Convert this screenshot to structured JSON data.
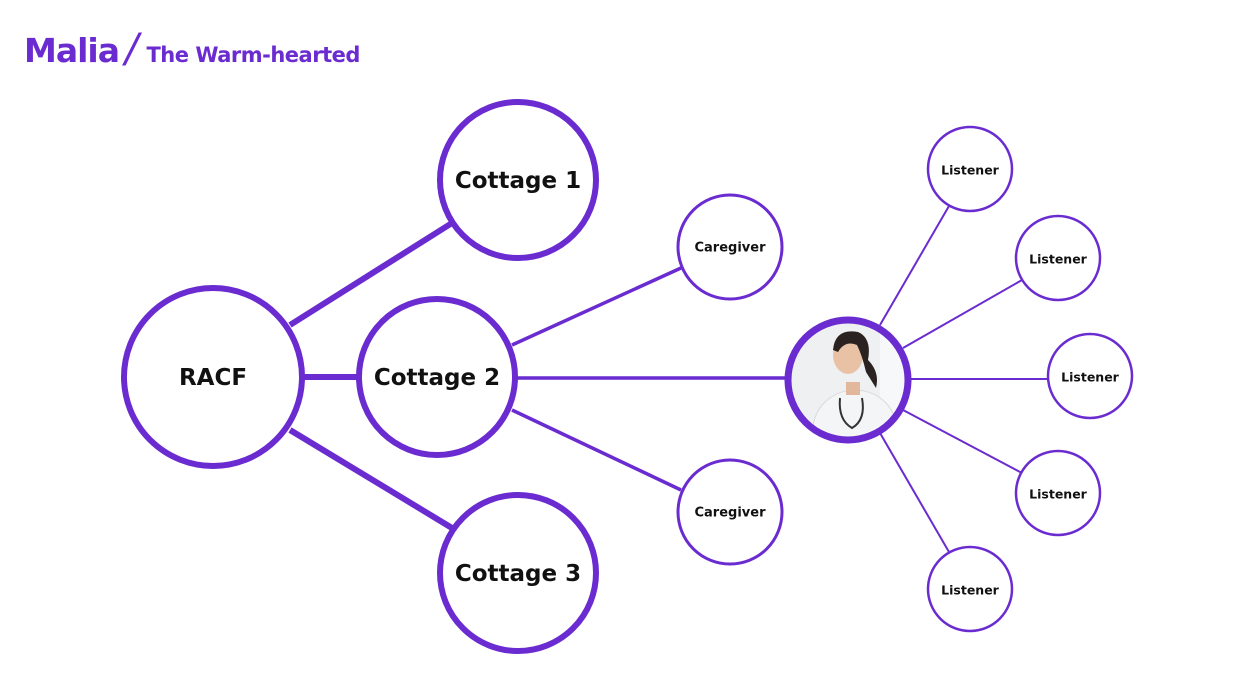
{
  "header": {
    "name": "Malia",
    "separator": "/",
    "subtitle": "The Warm-hearted"
  },
  "colors": {
    "accent": "#6a2bd0",
    "text": "#111111"
  },
  "nodes": {
    "racf": "RACF",
    "cottage1": "Cottage 1",
    "cottage2": "Cottage 2",
    "cottage3": "Cottage 3",
    "caregiver_top": "Caregiver",
    "caregiver_bottom": "Caregiver",
    "listeners": [
      "Listener",
      "Listener",
      "Listener",
      "Listener",
      "Listener"
    ],
    "center_photo": "caregiver-photo"
  }
}
